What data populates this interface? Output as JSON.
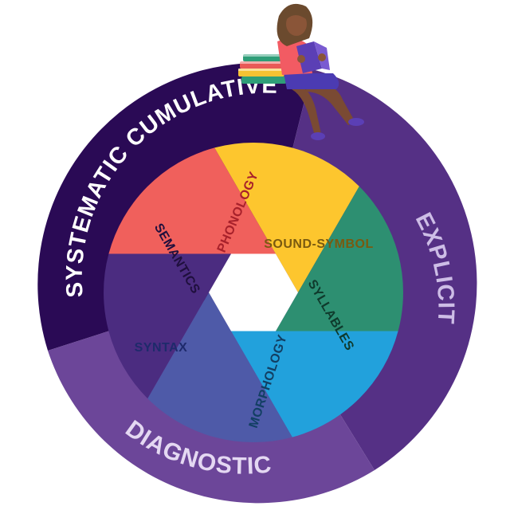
{
  "outer_ring": [
    {
      "label": "SYSTEMATIC CUMULATIVE",
      "color": "#2a0a55",
      "text_color": "#ffffff"
    },
    {
      "label": "EXPLICIT",
      "color": "#553085",
      "text_color": "#cdbde6"
    },
    {
      "label": "DIAGNOSTIC",
      "color": "#6c4699",
      "text_color": "#e4d8f2"
    }
  ],
  "inner_segments": [
    {
      "label": "PHONOLOGY",
      "color": "#f0605c",
      "text_color": "#a8212b"
    },
    {
      "label": "SOUND-SYMBOL",
      "color": "#fdc62e",
      "text_color": "#7a5a10"
    },
    {
      "label": "SYLLABLES",
      "color": "#2d8f71",
      "text_color": "#0f3a2c"
    },
    {
      "label": "MORPHOLOGY",
      "color": "#22a1dc",
      "text_color": "#123f63"
    },
    {
      "label": "SYNTAX",
      "color": "#4e5aa8",
      "text_color": "#1e2a6b"
    },
    {
      "label": "SEMANTICS",
      "color": "#4b2c80",
      "text_color": "#1f0f3d"
    }
  ],
  "center_color": "#ffffff",
  "illustration": "girl-reading-book-on-stack-of-books"
}
